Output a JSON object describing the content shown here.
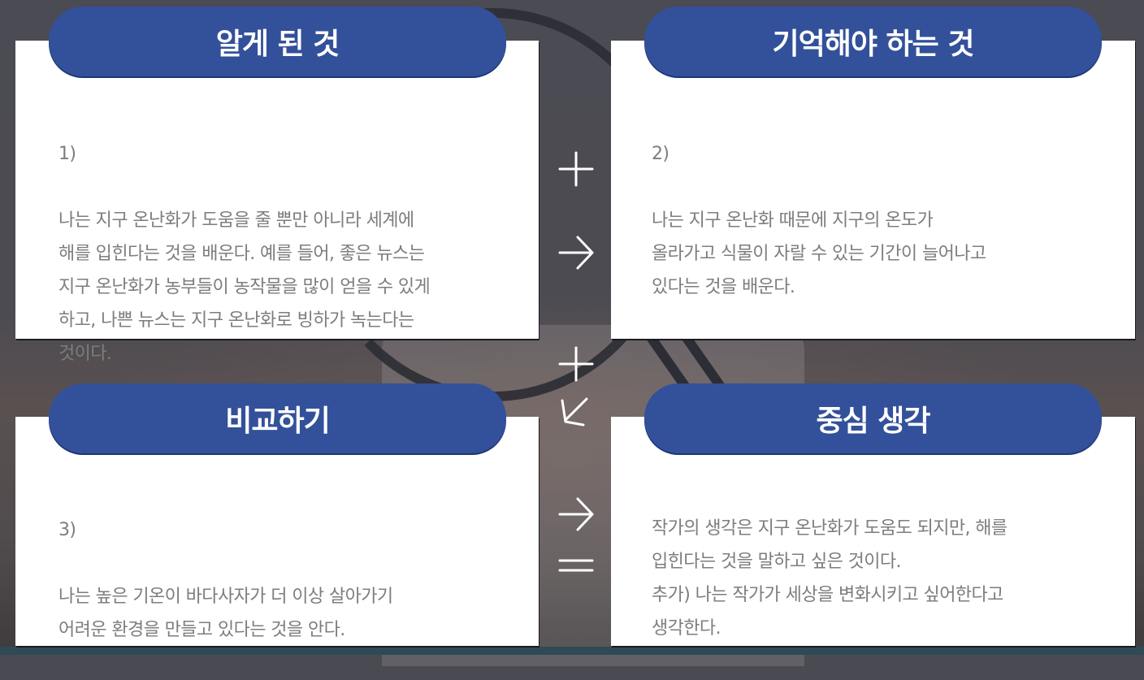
{
  "theme": {
    "pill_color": "#33509a",
    "card_color": "#ffffff",
    "text_color": "#7d7d7d",
    "symbol_color": "#ffffff"
  },
  "cards": [
    {
      "title": "알게 된 것",
      "number": "1)",
      "body": "나는 지구 온난화가 도움을 줄 뿐만 아니라 세계에\n해를 입힌다는 것을 배운다. 예를 들어, 좋은 뉴스는\n지구 온난화가 농부들이 농작물을 많이 얻을 수 있게\n하고, 나쁜 뉴스는 지구 온난화로 빙하가 녹는다는\n것이다."
    },
    {
      "title": "기억해야 하는 것",
      "number": "2)",
      "body": "나는 지구 온난화 때문에 지구의 온도가\n올라가고 식물이 자랄 수 있는 기간이 늘어나고\n있다는 것을 배운다."
    },
    {
      "title": "비교하기",
      "number": "3)",
      "body": "나는 높은 기온이 바다사자가 더 이상 살아가기\n어려운 환경을 만들고 있다는 것을 안다."
    },
    {
      "title": "중심 생각",
      "number": "",
      "body": "작가의 생각은 지구 온난화가 도움도 되지만, 해를\n입힌다는 것을 말하고 싶은 것이다.\n추가) 나는 작가가 세상을 변화시키고 싶어한다고\n생각한다."
    }
  ],
  "symbols": [
    {
      "name": "plus-icon",
      "glyph": "+"
    },
    {
      "name": "arrow-right-icon",
      "glyph": "→"
    },
    {
      "name": "plus-icon",
      "glyph": "+"
    },
    {
      "name": "arrow-down-left-icon",
      "glyph": "↙"
    },
    {
      "name": "arrow-right-icon",
      "glyph": "→"
    },
    {
      "name": "equals-icon",
      "glyph": "="
    }
  ]
}
